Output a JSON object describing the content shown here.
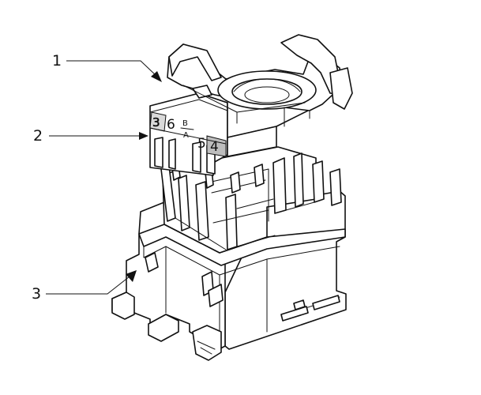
{
  "callouts": [
    {
      "label": "1"
    },
    {
      "label": "2"
    },
    {
      "label": "3"
    }
  ],
  "terminal_markings": {
    "left": "3",
    "n6": "6",
    "b": "B",
    "a": "A",
    "n5": "5",
    "n4": "4"
  }
}
